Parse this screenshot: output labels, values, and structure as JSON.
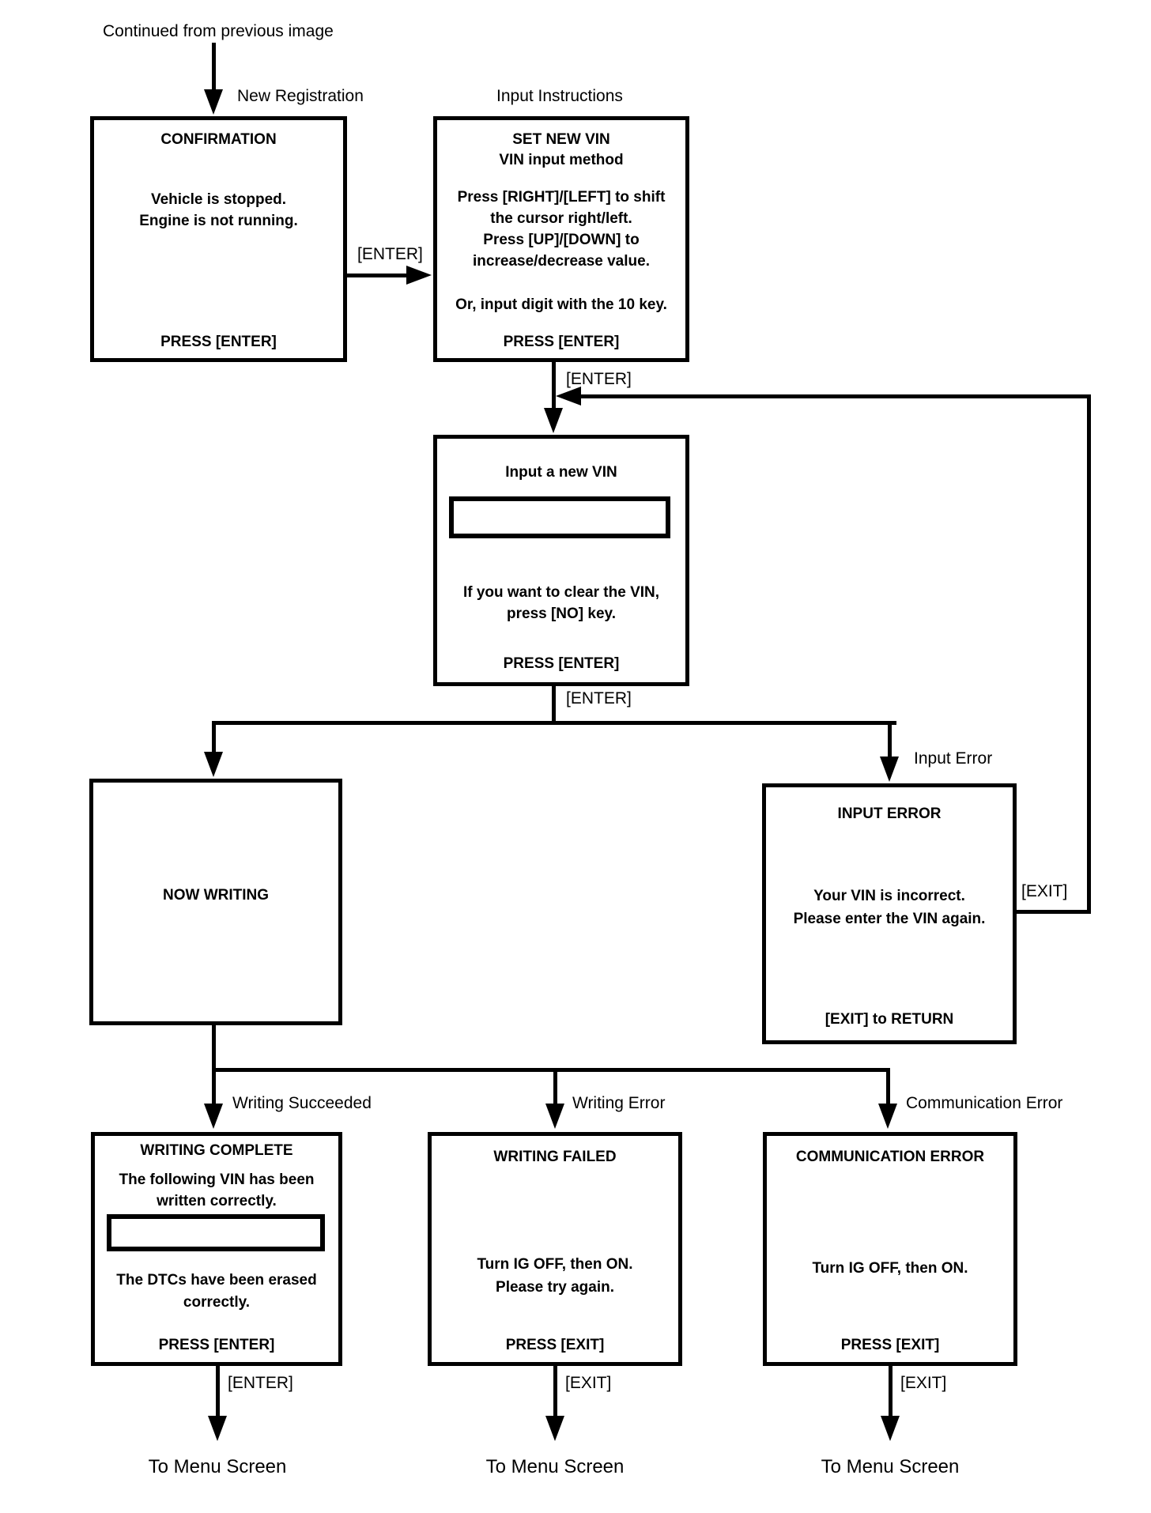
{
  "diagram": {
    "top_note": "Continued from previous image",
    "branch_labels": {
      "new_registration": "New Registration",
      "input_instructions": "Input Instructions",
      "input_error": "Input Error",
      "writing_succeeded": "Writing Succeeded",
      "writing_error": "Writing Error",
      "communication_error": "Communication Error"
    },
    "edge_labels": {
      "enter_confirm_to_set": "[ENTER]",
      "enter_set_to_input": "[ENTER]",
      "enter_input_to_branch": "[ENTER]",
      "exit_return_loop": "[EXIT]",
      "enter_complete_exit": "[ENTER]",
      "exit_failed_exit": "[EXIT]",
      "exit_comm_exit": "[EXIT]"
    },
    "nodes": {
      "confirmation": {
        "title": "CONFIRMATION",
        "line1": "Vehicle is stopped.",
        "line2": "Engine is not running.",
        "footer": "PRESS [ENTER]"
      },
      "set_new_vin": {
        "title": "SET NEW VIN",
        "subtitle": "VIN input method",
        "line1": "Press [RIGHT]/[LEFT] to shift",
        "line2": "the cursor right/left.",
        "line3": "Press [UP]/[DOWN] to",
        "line4": "increase/decrease value.",
        "line5": "Or, input digit with the 10 key.",
        "footer": "PRESS [ENTER]"
      },
      "input_new_vin": {
        "title": "Input a new VIN",
        "vin_value": "",
        "line1": "If you want to clear the VIN,",
        "line2": "press [NO] key.",
        "footer": "PRESS [ENTER]"
      },
      "now_writing": {
        "title": "NOW WRITING"
      },
      "input_error": {
        "title": "INPUT ERROR",
        "line1": "Your VIN is incorrect.",
        "line2": "Please enter the VIN again.",
        "footer": "[EXIT] to RETURN"
      },
      "writing_complete": {
        "title": "WRITING COMPLETE",
        "line1": "The following VIN has been",
        "line2": "written correctly.",
        "vin_value": "",
        "line3": "The DTCs have been erased",
        "line4": "correctly.",
        "footer": "PRESS [ENTER]"
      },
      "writing_failed": {
        "title": "WRITING FAILED",
        "line1": "Turn IG OFF, then ON.",
        "line2": "Please try again.",
        "footer": "PRESS [EXIT]"
      },
      "communication_error": {
        "title": "COMMUNICATION ERROR",
        "line1": "Turn IG OFF, then ON.",
        "footer": "PRESS [EXIT]"
      }
    },
    "terminals": {
      "menu1": "To Menu Screen",
      "menu2": "To Menu Screen",
      "menu3": "To Menu Screen"
    },
    "colors": {
      "line": "#000000",
      "background": "#ffffff"
    }
  }
}
